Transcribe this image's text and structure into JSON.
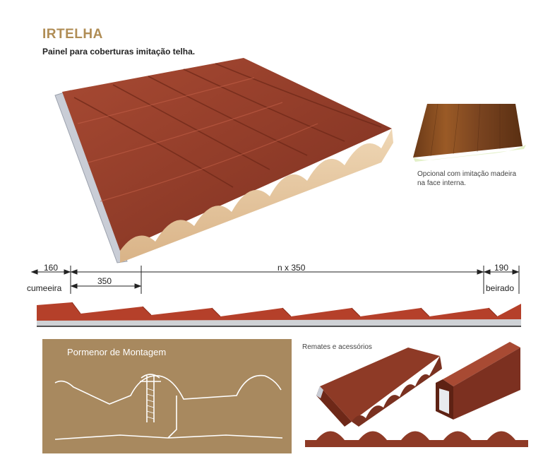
{
  "header": {
    "title": "IRTELHA",
    "subtitle": "Painel para coberturas imitação telha."
  },
  "option_note": {
    "line1": "Opcional com imitação madeira",
    "line2": "na face interna."
  },
  "dimensions": {
    "left_offset": "160",
    "left_offset_label": "cumeeira",
    "pitch": "350",
    "span": "n x 350",
    "right_offset": "190",
    "right_offset_label": "beirado"
  },
  "mounting_detail": {
    "title": "Pormenor de Montagem"
  },
  "accessories": {
    "title": "Remates e acessórios"
  },
  "colors": {
    "tile_red": "#8e3a26",
    "foam": "#e8c9a0",
    "detail_bg": "#a8895f",
    "brand_gold": "#b08d55"
  }
}
